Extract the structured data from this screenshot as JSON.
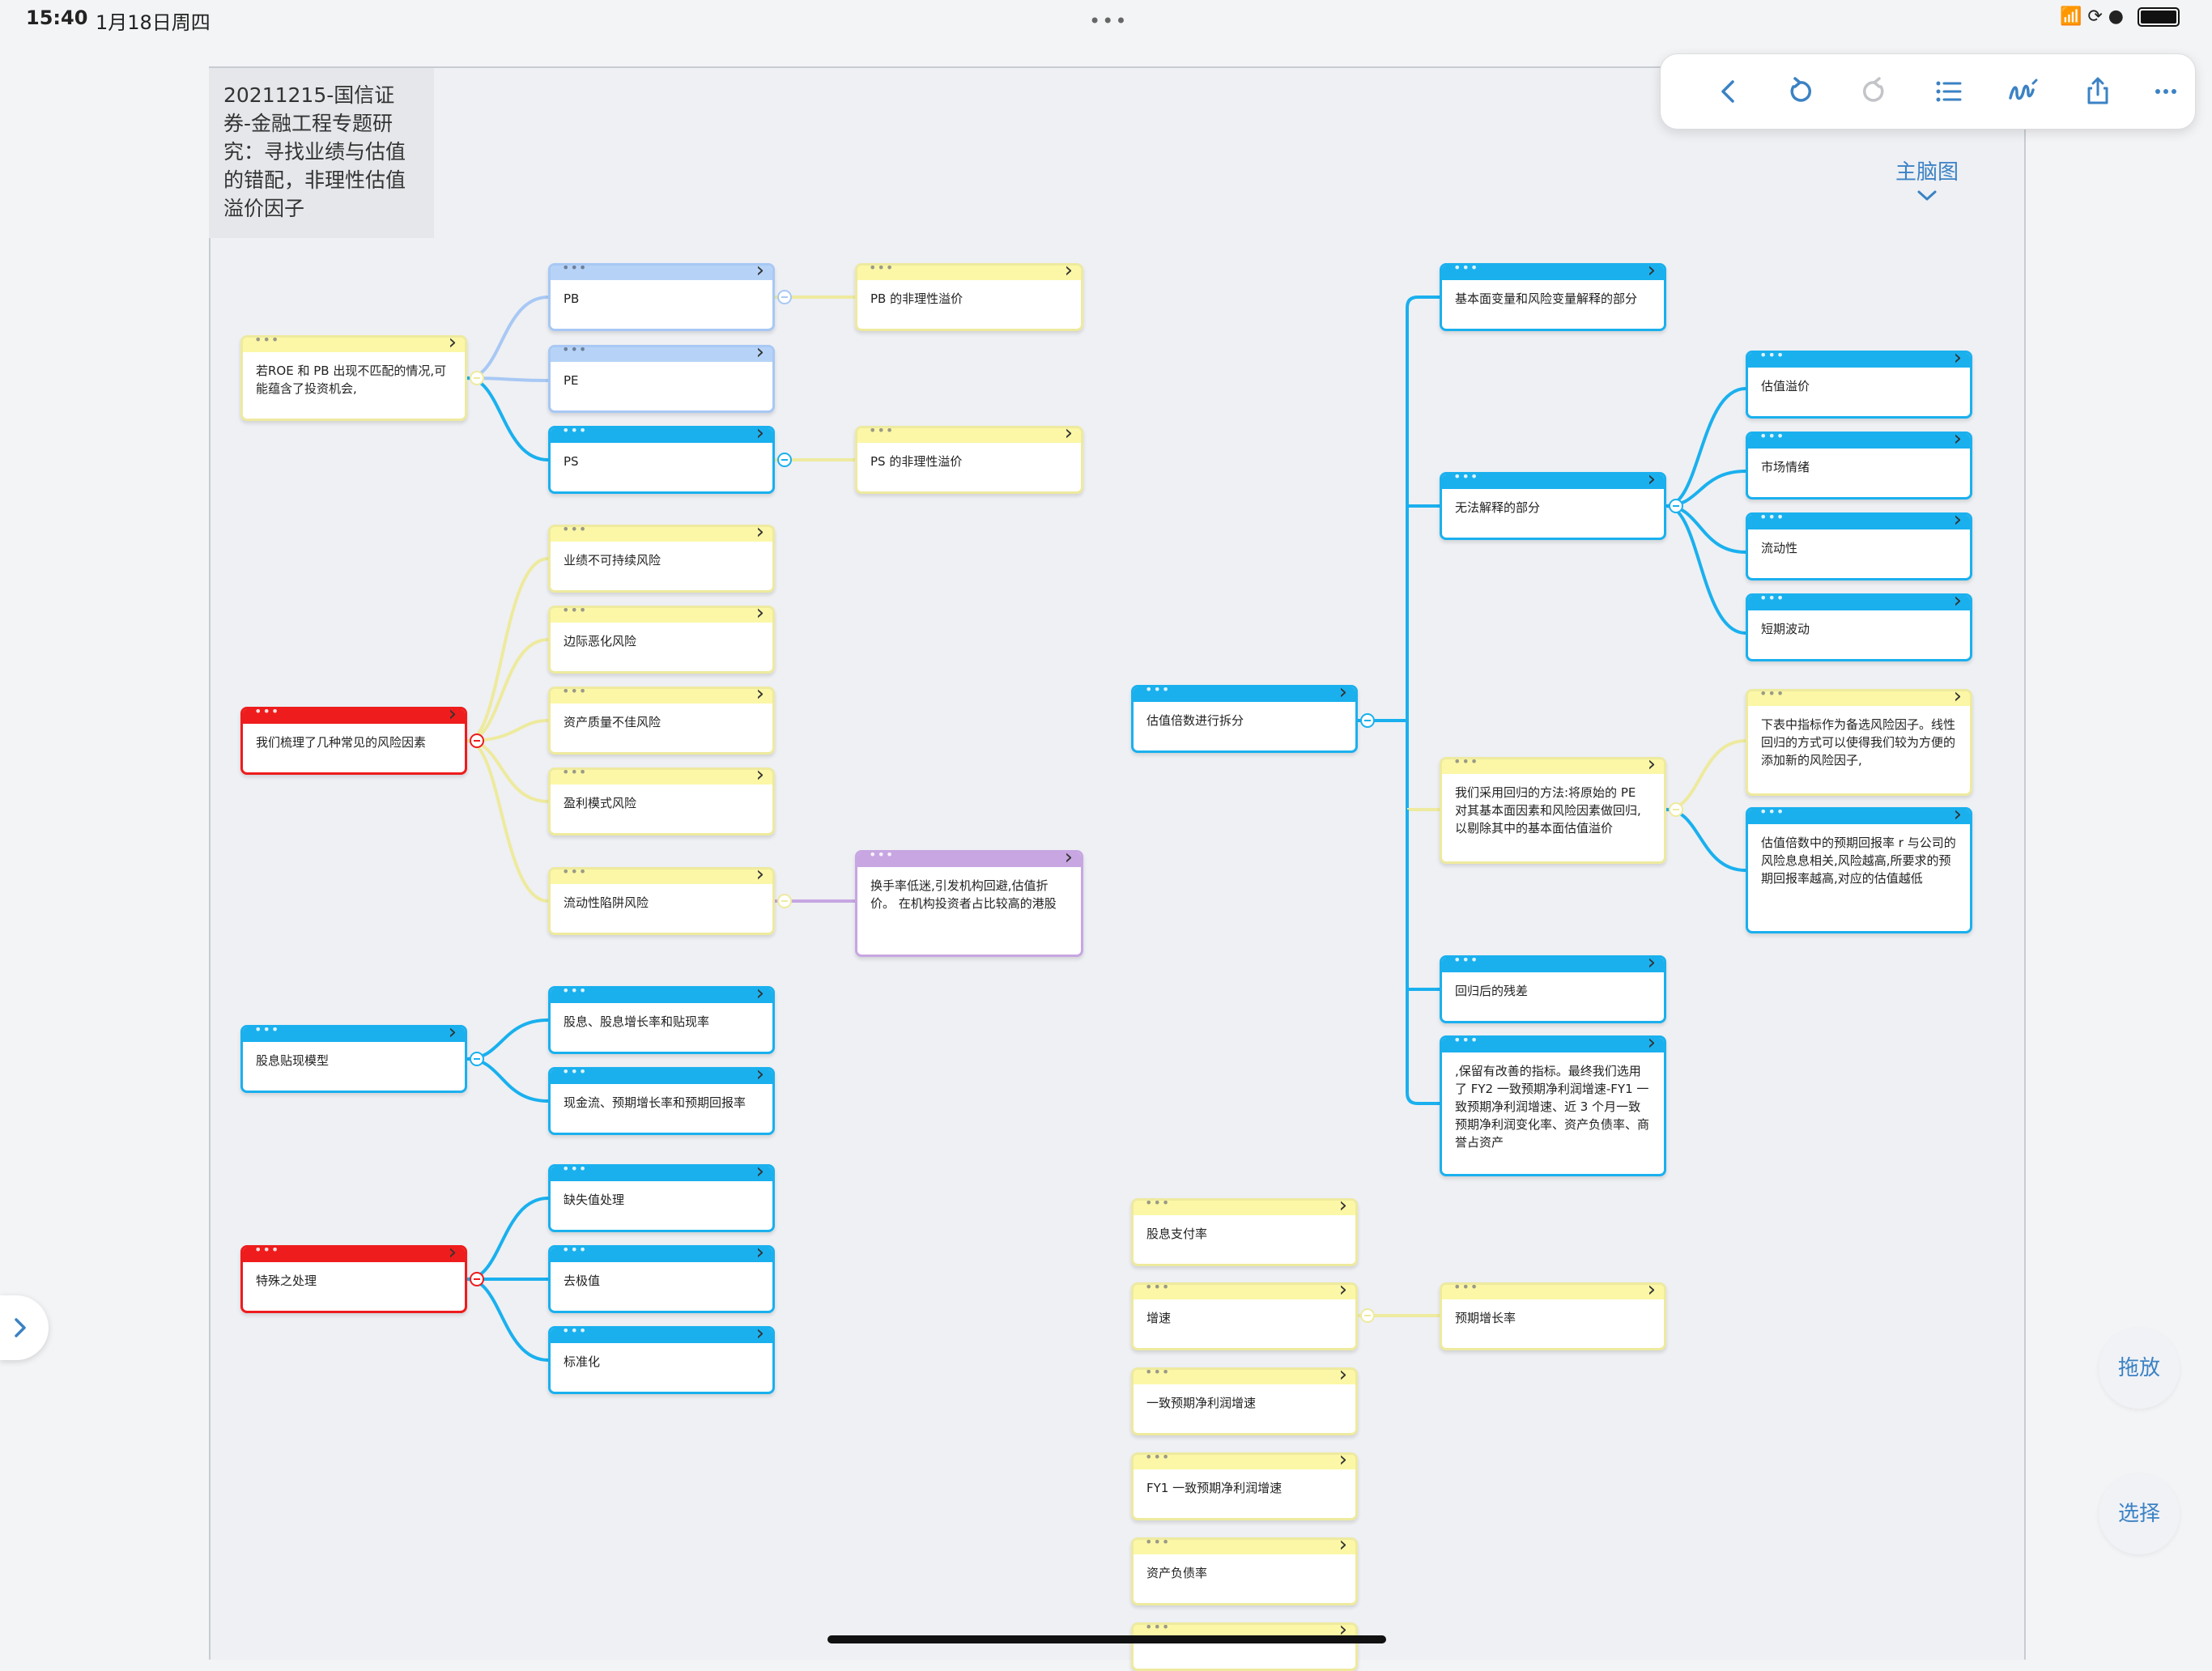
{
  "status_bar": {
    "time": "15:40",
    "date": "1月18日周四"
  },
  "document": {
    "title": "20211215-国信证券-金融工程专题研究：寻找业绩与估值的错配，非理性估值溢价因子"
  },
  "toolbar": {
    "buttons": [
      "back",
      "undo",
      "redo",
      "outline",
      "pen",
      "share",
      "more"
    ]
  },
  "view_mode": {
    "label": "主脑图"
  },
  "side_actions": {
    "drag_label": "拖放",
    "select_label": "选择"
  },
  "colors": {
    "blue": "#1ab0ee",
    "yellow": "#fbf7a6",
    "light_blue": "#b6d3f7",
    "red": "#ee1c1c",
    "purple": "#c7a6e2",
    "accent": "#3b82c4"
  },
  "mindmap": {
    "left": {
      "roe": "若ROE 和 PB 出现不匹配的情况,可能蕴含了投资机会,",
      "pb": "PB",
      "pe": "PE",
      "ps": "PS",
      "pb_premium": "PB 的非理性溢价",
      "ps_premium": "PS 的非理性溢价",
      "risk_root": "我们梳理了几种常见的风险因素",
      "risk_items": [
        "业绩不可持续风险",
        "边际恶化风险",
        "资产质量不佳风险",
        "盈利模式风险",
        "流动性陷阱风险"
      ],
      "liquidity_note": "换手率低迷,引发机构回避,估值折价。 在机构投资者占比较高的港股",
      "ddm_root": "股息贴现模型",
      "ddm_items": [
        "股息、股息增长率和贴现率",
        "现金流、预期增长率和预期回报率"
      ],
      "special_root": "特殊之处理",
      "special_items": [
        "缺失值处理",
        "去极值",
        "标准化"
      ]
    },
    "right": {
      "decompose": "估值倍数进行拆分",
      "explained": "基本面变量和风险变量解释的部分",
      "unexplained": "无法解释的部分",
      "unexplained_items": [
        "估值溢价",
        "市场情绪",
        "流动性",
        "短期波动"
      ],
      "regression": "我们采用回归的方法:将原始的 PE 对其基本面因素和风险因素做回归,以剔除其中的基本面估值溢价",
      "regression_items": [
        "下表中指标作为备选风险因子。线性回归的方式可以使得我们较为方便的添加新的风险因子,",
        "估值倍数中的预期回报率 r 与公司的风险息息相关,风险越高,所要求的预期回报率越高,对应的估值越低"
      ],
      "residual": "回归后的残差",
      "improved": ",保留有改善的指标。最终我们选用了 FY2 一致预期净利润增速-FY1 一致预期净利润增速、近 3 个月一致预期净利润变化率、资产负债率、商誉占资产",
      "metrics": [
        "股息支付率",
        "增速",
        "一致预期净利润增速",
        "FY1 一致预期净利润增速",
        "资产负债率"
      ],
      "growth_sub": "预期增长率"
    }
  }
}
